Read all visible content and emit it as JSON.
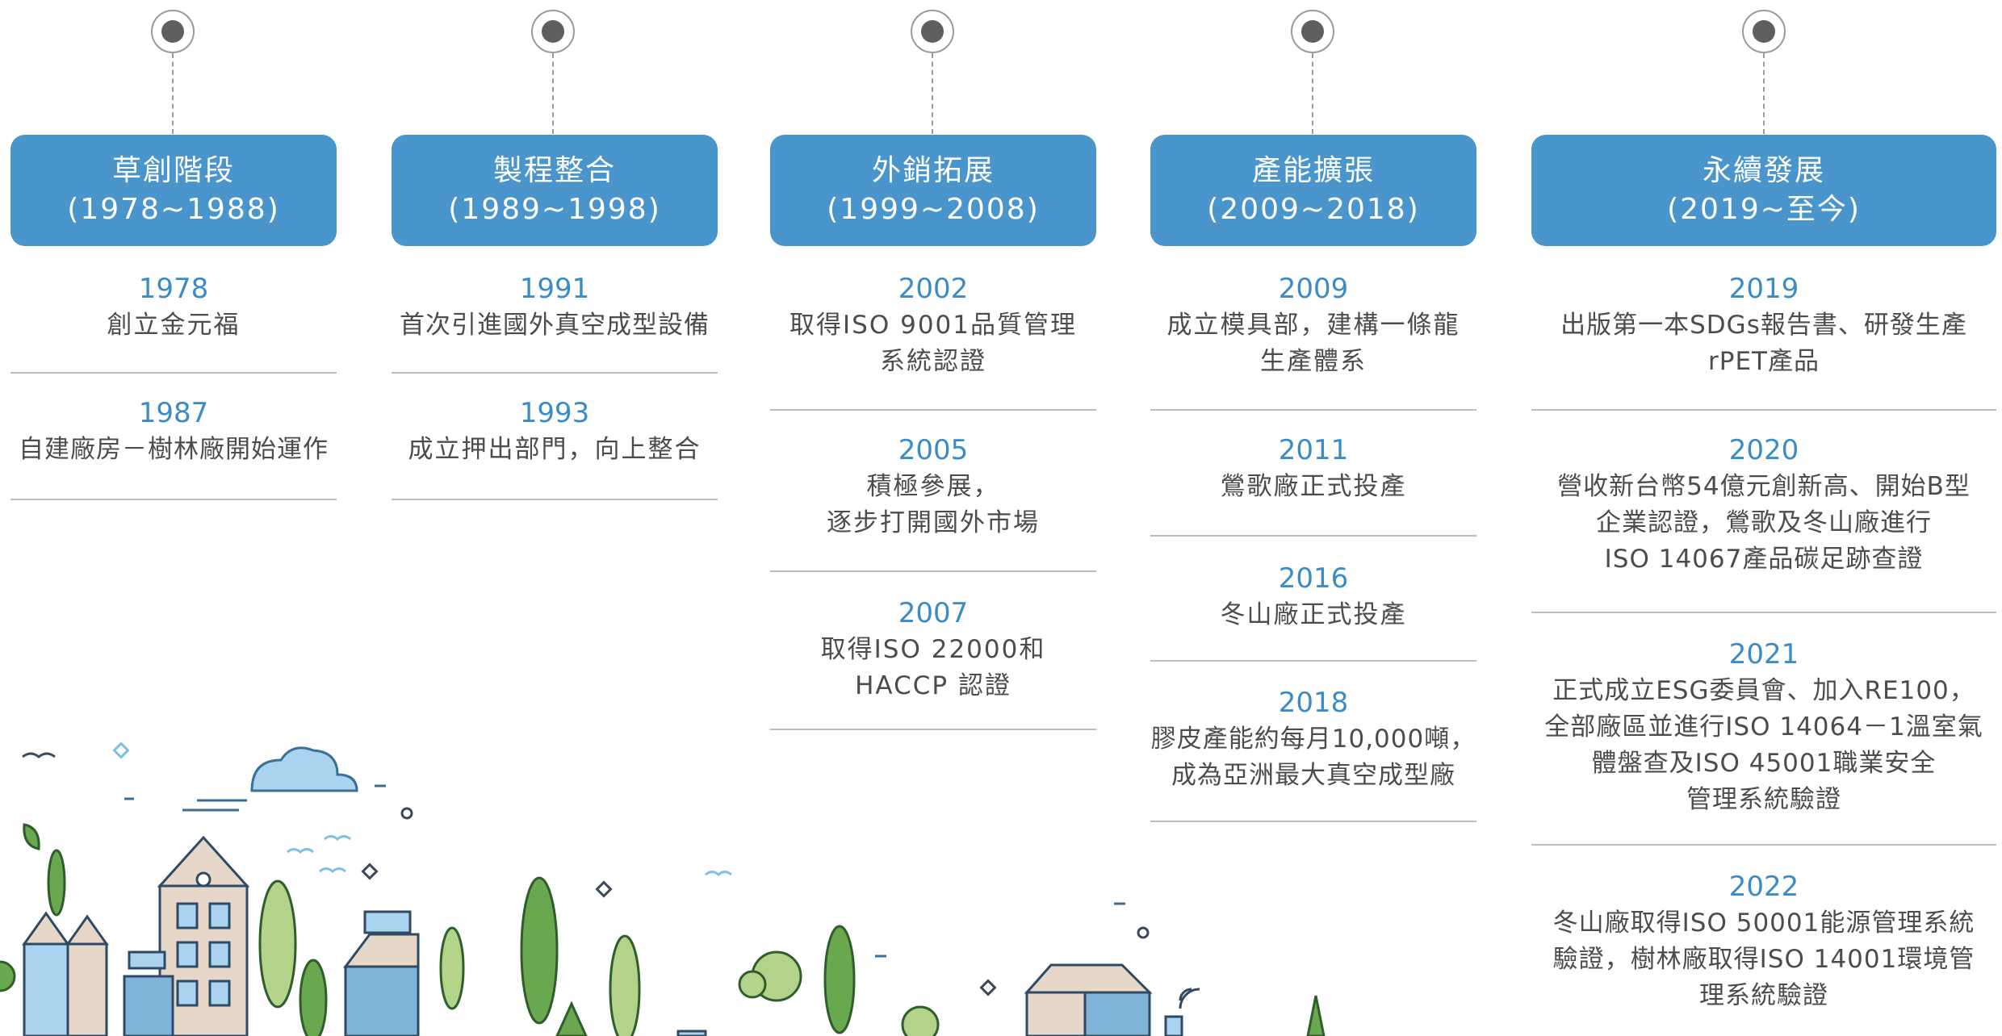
{
  "phases": [
    {
      "label": "草創階段",
      "years": "(1978~1988)",
      "events": [
        {
          "year": "1978",
          "text": "創立金元福"
        },
        {
          "year": "1987",
          "text": "自建廠房－樹林廠開始運作"
        }
      ]
    },
    {
      "label": "製程整合",
      "years": "(1989~1998)",
      "events": [
        {
          "year": "1991",
          "text": "首次引進國外真空成型設備"
        },
        {
          "year": "1993",
          "text": "成立押出部門，向上整合"
        }
      ]
    },
    {
      "label": "外銷拓展",
      "years": "(1999~2008)",
      "events": [
        {
          "year": "2002",
          "text": "取得ISO 9001品質管理\n系統認證"
        },
        {
          "year": "2005",
          "text": "積極參展，\n逐步打開國外市場"
        },
        {
          "year": "2007",
          "text": "取得ISO 22000和\nHACCP 認證"
        }
      ]
    },
    {
      "label": "產能擴張",
      "years": "(2009~2018)",
      "events": [
        {
          "year": "2009",
          "text": "成立模具部，建構一條龍\n生產體系"
        },
        {
          "year": "2011",
          "text": "鶯歌廠正式投產"
        },
        {
          "year": "2016",
          "text": "冬山廠正式投產"
        },
        {
          "year": "2018",
          "text": "膠皮產能約每月10,000噸，\n成為亞洲最大真空成型廠"
        }
      ]
    },
    {
      "label": "永續發展",
      "years": "(2019~至今)",
      "events": [
        {
          "year": "2019",
          "text": "出版第一本SDGs報告書、研發生產\nrPET產品"
        },
        {
          "year": "2020",
          "text": "營收新台幣54億元創新高、開始B型\n企業認證，鶯歌及冬山廠進行\nISO 14067產品碳足跡查證"
        },
        {
          "year": "2021",
          "text": "正式成立ESG委員會、加入RE100，\n全部廠區並進行ISO 14064－1溫室氣\n體盤查及ISO 45001職業安全\n管理系統驗證"
        },
        {
          "year": "2022",
          "text": "冬山廠取得ISO 50001能源管理系統\n驗證，樹林廠取得ISO 14001環境管\n理系統驗證"
        }
      ]
    }
  ],
  "illustration": {
    "icon": "green-city-illustration"
  }
}
